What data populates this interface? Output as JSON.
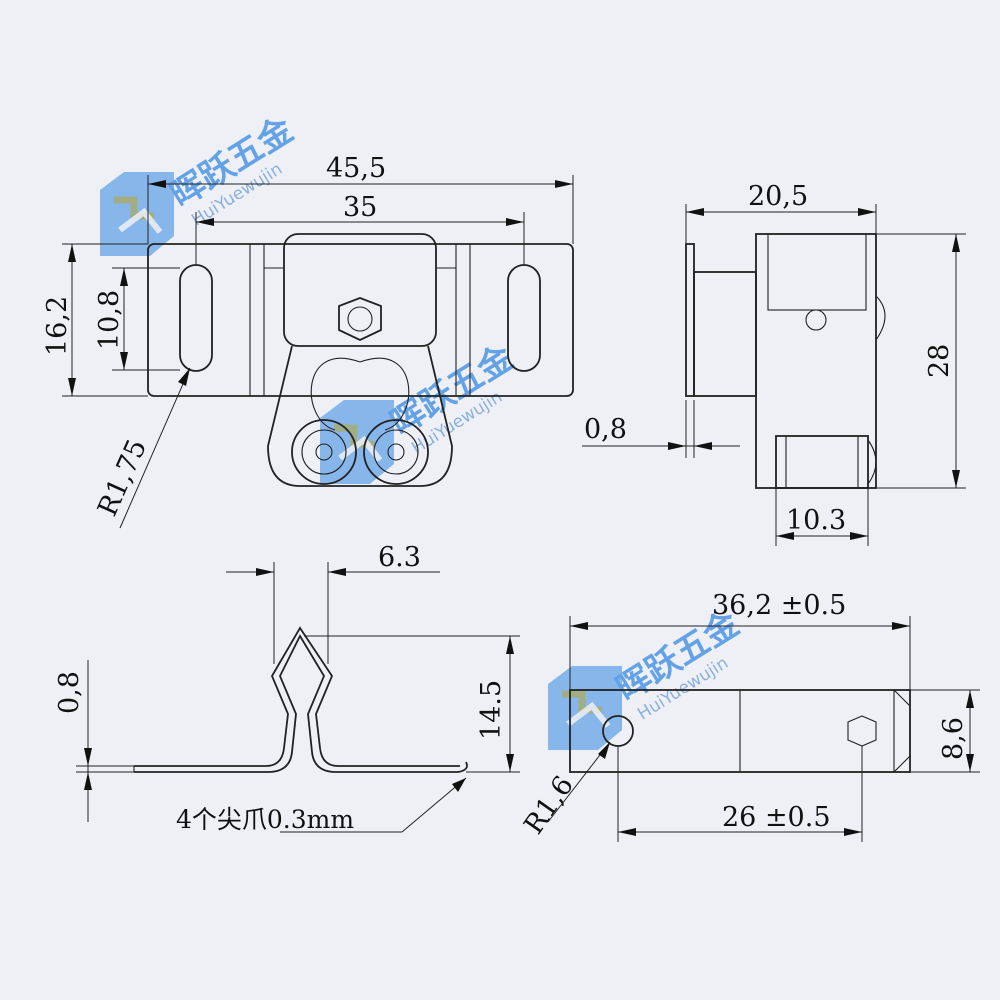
{
  "drawing": {
    "dimensions": {
      "overall_width": "45,5",
      "hole_spacing": "35",
      "base_height": "16,2",
      "slot_length": "10,8",
      "slot_radius": "R1,75",
      "side_width": "20,5",
      "side_height": "28",
      "plate_thickness": "0,8",
      "roller_width": "10.3",
      "spring_width": "6.3",
      "spring_height": "14.5",
      "spring_thickness": "0,8",
      "strike_length": "36,2 ±0.5",
      "strike_height": "8,6",
      "strike_hole_spacing": "26 ±0.5",
      "strike_hole_radius": "R1,6"
    },
    "notes": {
      "claw_note": "4个尖爪0.3mm"
    }
  },
  "watermark": {
    "brand_cn": "晖跃五金",
    "brand_en": "HuiYuewujin",
    "colors": {
      "blue": "#4d95e6",
      "olive": "#9aa05a",
      "light_blue": "#7aa7da"
    }
  }
}
